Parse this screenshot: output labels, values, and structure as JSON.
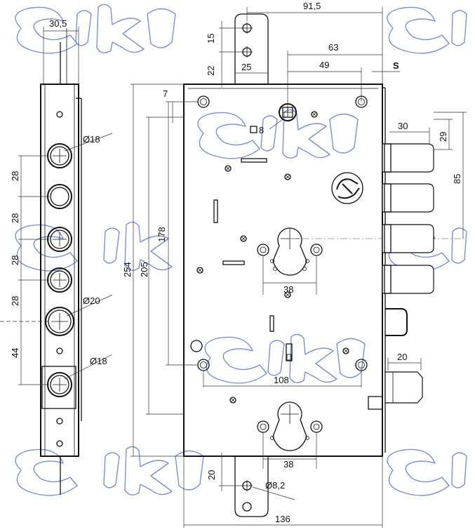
{
  "watermark": {
    "text": "clik",
    "color": "#7d8fd0"
  },
  "side_view": {
    "width_label": "30,5",
    "dia_top_label": "Ø18",
    "dia_mid_label": "Ø20",
    "dia_bottom_label": "Ø18",
    "pitch_labels": [
      "28",
      "28",
      "28",
      "28",
      "44"
    ]
  },
  "front_view": {
    "top_width_label": "91,5",
    "strike_height_15": "15",
    "strike_height_22": "22",
    "strike_width_label": "25",
    "label_63": "63",
    "label_49": "49",
    "label_s": "S",
    "label_7": "7",
    "square_label": "8",
    "bolt_width_30": "30",
    "bolt_29": "29",
    "bolt_85": "85",
    "label_178": "178",
    "label_205": "205",
    "label_254": "254",
    "cyl_38_top": "38",
    "latch_20": "20",
    "label_108": "108",
    "cyl_38_bottom": "38",
    "label_20_bottom": "20",
    "dia_82_label": "Ø8,2",
    "total_width_label": "136"
  }
}
